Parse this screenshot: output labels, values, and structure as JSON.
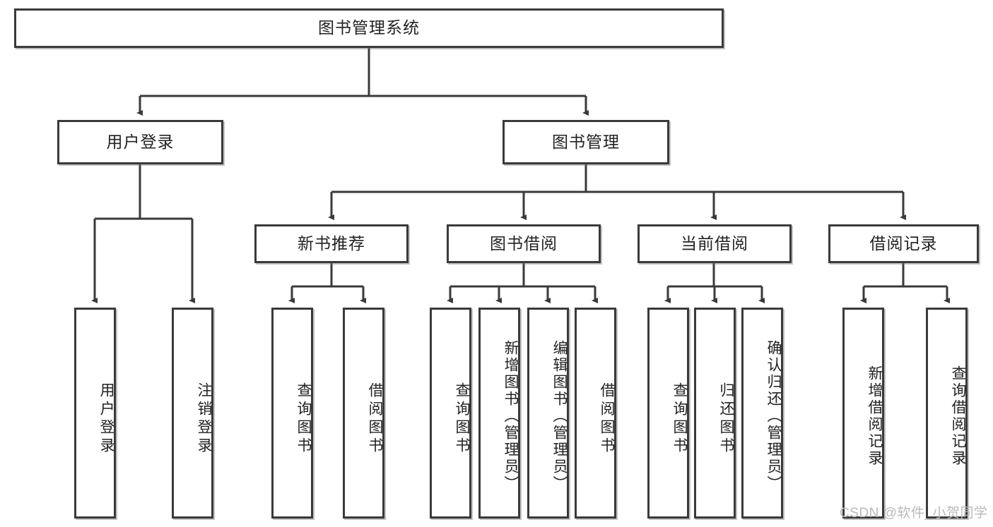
{
  "diagram": {
    "title": "图书管理系统",
    "type": "hierarchy-tree",
    "root": {
      "id": "root",
      "label": "图书管理系统"
    },
    "level2": [
      {
        "id": "user-login",
        "label": "用户登录"
      },
      {
        "id": "book-manage",
        "label": "图书管理"
      }
    ],
    "level3": [
      {
        "id": "new-book-recommend",
        "label": "新书推荐",
        "parent": "book-manage"
      },
      {
        "id": "book-borrow",
        "label": "图书借阅",
        "parent": "book-manage"
      },
      {
        "id": "current-borrow",
        "label": "当前借阅",
        "parent": "book-manage"
      },
      {
        "id": "borrow-record",
        "label": "借阅记录",
        "parent": "book-manage"
      }
    ],
    "leaves": [
      {
        "id": "leaf-user-login",
        "label": "用户登录",
        "parent": "user-login"
      },
      {
        "id": "leaf-user-logout",
        "label": "注销登录",
        "parent": "user-login"
      },
      {
        "id": "leaf-query-book-1",
        "label": "查询图书",
        "parent": "new-book-recommend"
      },
      {
        "id": "leaf-borrow-book-1",
        "label": "借阅图书",
        "parent": "new-book-recommend"
      },
      {
        "id": "leaf-query-book-2",
        "label": "查询图书",
        "parent": "book-borrow"
      },
      {
        "id": "leaf-add-book",
        "label": "新增图书（管理员）",
        "parent": "book-borrow"
      },
      {
        "id": "leaf-edit-book",
        "label": "编辑图书（管理员）",
        "parent": "book-borrow"
      },
      {
        "id": "leaf-borrow-book-2",
        "label": "借阅图书",
        "parent": "book-borrow"
      },
      {
        "id": "leaf-query-book-3",
        "label": "查询图书",
        "parent": "current-borrow"
      },
      {
        "id": "leaf-return-book",
        "label": "归还图书",
        "parent": "current-borrow"
      },
      {
        "id": "leaf-confirm-return",
        "label": "确认归还（管理员）",
        "parent": "current-borrow"
      },
      {
        "id": "leaf-add-record",
        "label": "新增借阅记录",
        "parent": "borrow-record"
      },
      {
        "id": "leaf-query-record",
        "label": "查询借阅记录",
        "parent": "borrow-record"
      }
    ],
    "watermark": "CSDN @软件_小贺同学",
    "colors": {
      "border": "#3a3a3a",
      "background": "#ffffff",
      "text": "#222222",
      "watermark": "#b9b9b9"
    }
  }
}
